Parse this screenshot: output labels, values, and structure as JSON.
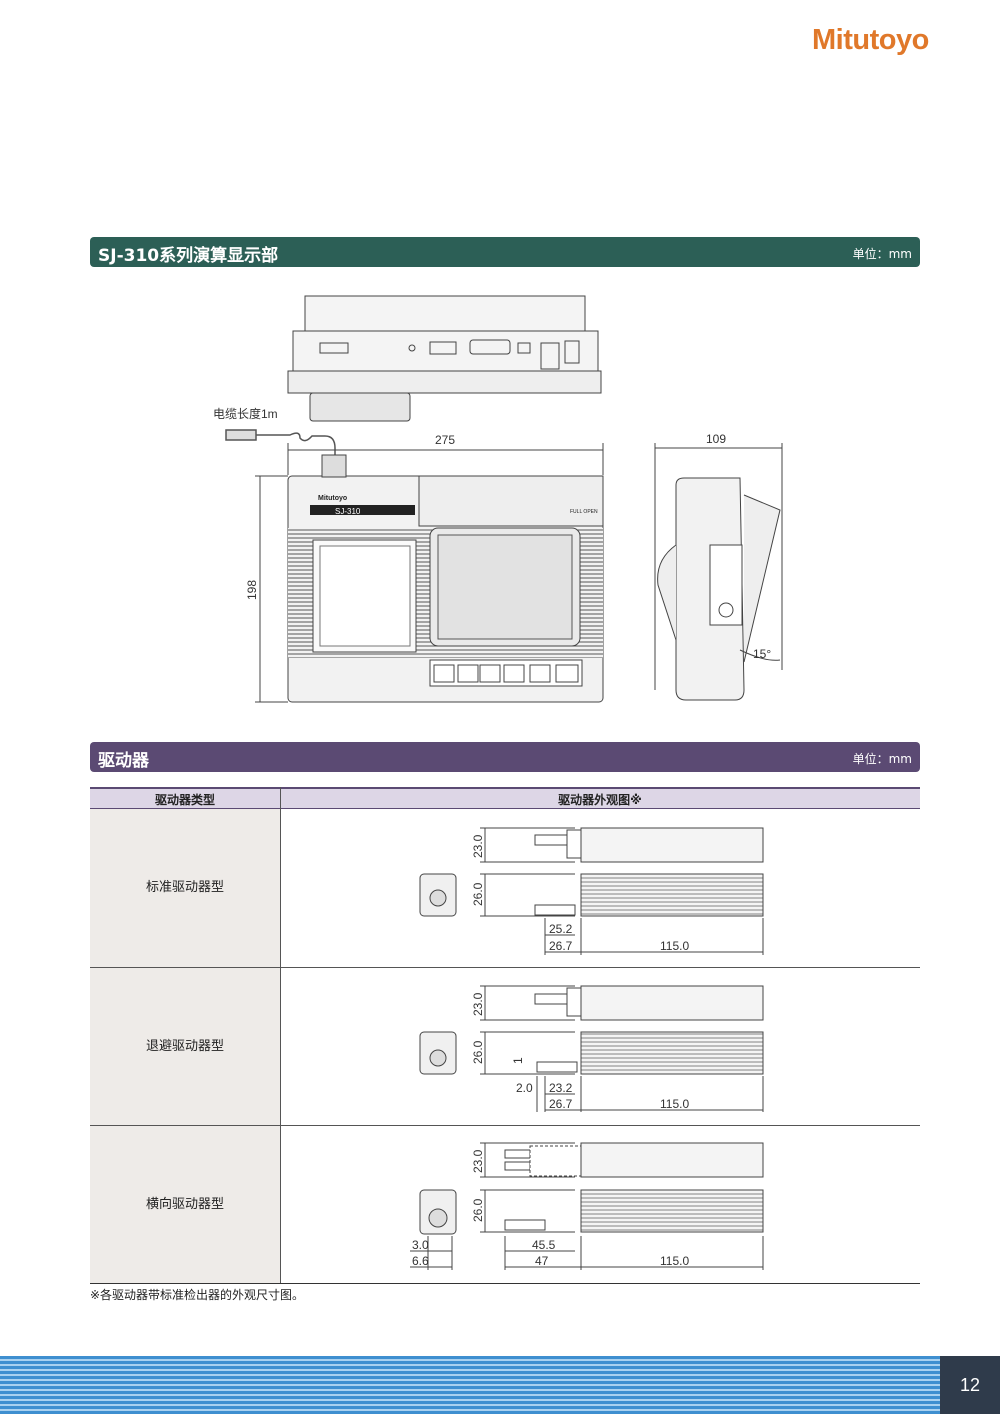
{
  "brand": {
    "logo_text": "Mitutoyo",
    "color": "#e0782a"
  },
  "section1": {
    "title": "SJ-310系列演算显示部",
    "unit": "单位：mm",
    "cable_label": "电缆长度1m",
    "dims": {
      "width": "275",
      "height": "198",
      "depth": "109",
      "angle": "15°"
    },
    "device_brand": "Mitutoyo",
    "device_model": "SJ-310",
    "power_label": "FULL OPEN"
  },
  "section2": {
    "title": "驱动器",
    "unit": "单位：mm",
    "headers": [
      "驱动器类型",
      "驱动器外观图※"
    ],
    "rows": [
      {
        "type": "标准驱动器型",
        "dims": [
          "23.0",
          "26.0",
          "25.2",
          "26.7",
          "115.0"
        ]
      },
      {
        "type": "退避驱动器型",
        "dims": [
          "23.0",
          "26.0",
          "1",
          "2.0",
          "23.2",
          "26.7",
          "115.0"
        ]
      },
      {
        "type": "横向驱动器型",
        "dims": [
          "23.0",
          "26.0",
          "3.0",
          "6.6",
          "45.5",
          "47",
          "115.0"
        ]
      }
    ],
    "footnote": "※各驱动器带标准检出器的外观尺寸图。"
  },
  "footer": {
    "page_number": "12"
  },
  "colors": {
    "section1_bar": "#2c5f56",
    "section2_bar": "#5b4a73",
    "stripe": "#3f8fd0"
  }
}
